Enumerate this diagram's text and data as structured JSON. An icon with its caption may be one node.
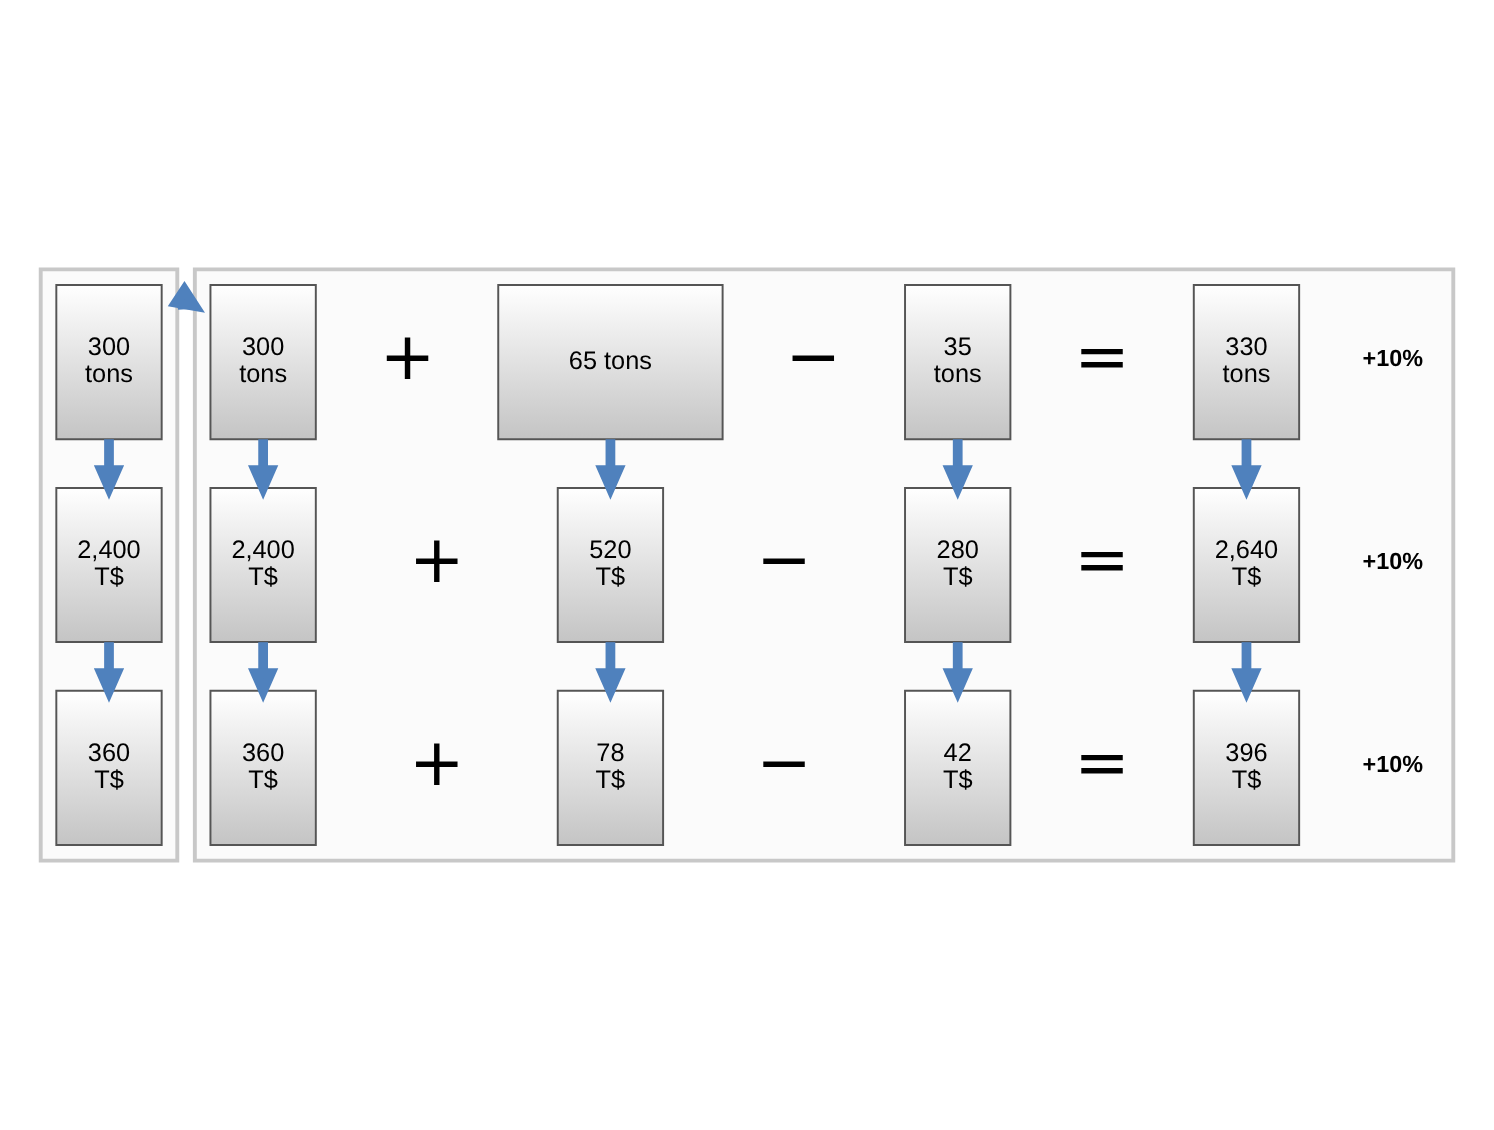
{
  "diagram": {
    "nodes": [
      {
        "text": [],
        "shape": "box"
      },
      {
        "text": [
          "300 tons"
        ],
        "in": 0
      },
      {
        "text": [
          "2,400 T$"
        ],
        "in": 0
      },
      {
        "text": [
          "360 T$"
        ],
        "in": 0
      },
      {
        "text": [],
        "shape": "box"
      },
      {
        "text": [
          "300 tons"
        ],
        "in": 4
      },
      {
        "text": [
          "65 tons"
        ],
        "in": 4
      },
      {
        "text": [
          "35 tons"
        ],
        "in": 4
      },
      {
        "text": [
          "330 tons"
        ],
        "in": 4,
        "beside": [
          "+10%"
        ]
      },
      {
        "text": [
          "2,400 T$"
        ],
        "in": 4
      },
      {
        "text": [
          "520 T$"
        ],
        "in": 4
      },
      {
        "text": [
          "280 T$"
        ],
        "in": 4
      },
      {
        "text": [
          "2,640 T$"
        ],
        "in": 4,
        "beside": [
          "+10%"
        ]
      },
      {
        "text": [
          "360 T$"
        ],
        "in": 4
      },
      {
        "text": [
          "78 T$"
        ],
        "in": 4
      },
      {
        "text": [
          "42 T$"
        ],
        "in": 4
      },
      {
        "text": [
          "396 T$"
        ],
        "in": 4,
        "beside": [
          "+10%"
        ]
      }
    ],
    "edges": [
      {
        "from": 0,
        "to": 4,
        "arrow": "to"
      },
      {
        "from": 1,
        "to": 2,
        "arrow": "to"
      },
      {
        "from": 2,
        "to": 3,
        "arrow": "to"
      },
      {
        "from": 5,
        "to": 9,
        "arrow": "to"
      },
      {
        "from": 6,
        "to": 10,
        "arrow": "to"
      },
      {
        "from": 7,
        "to": 11,
        "arrow": "to"
      },
      {
        "from": 8,
        "to": 12,
        "arrow": "to"
      },
      {
        "from": 9,
        "to": 13,
        "arrow": "to"
      },
      {
        "from": 10,
        "to": 14,
        "arrow": "to"
      },
      {
        "from": 11,
        "to": 15,
        "arrow": "to"
      },
      {
        "from": 12,
        "to": 16,
        "arrow": "to"
      }
    ],
    "labels": [
      "+",
      "−",
      "=",
      "+",
      "−",
      "=",
      "+",
      "−",
      "="
    ]
  }
}
